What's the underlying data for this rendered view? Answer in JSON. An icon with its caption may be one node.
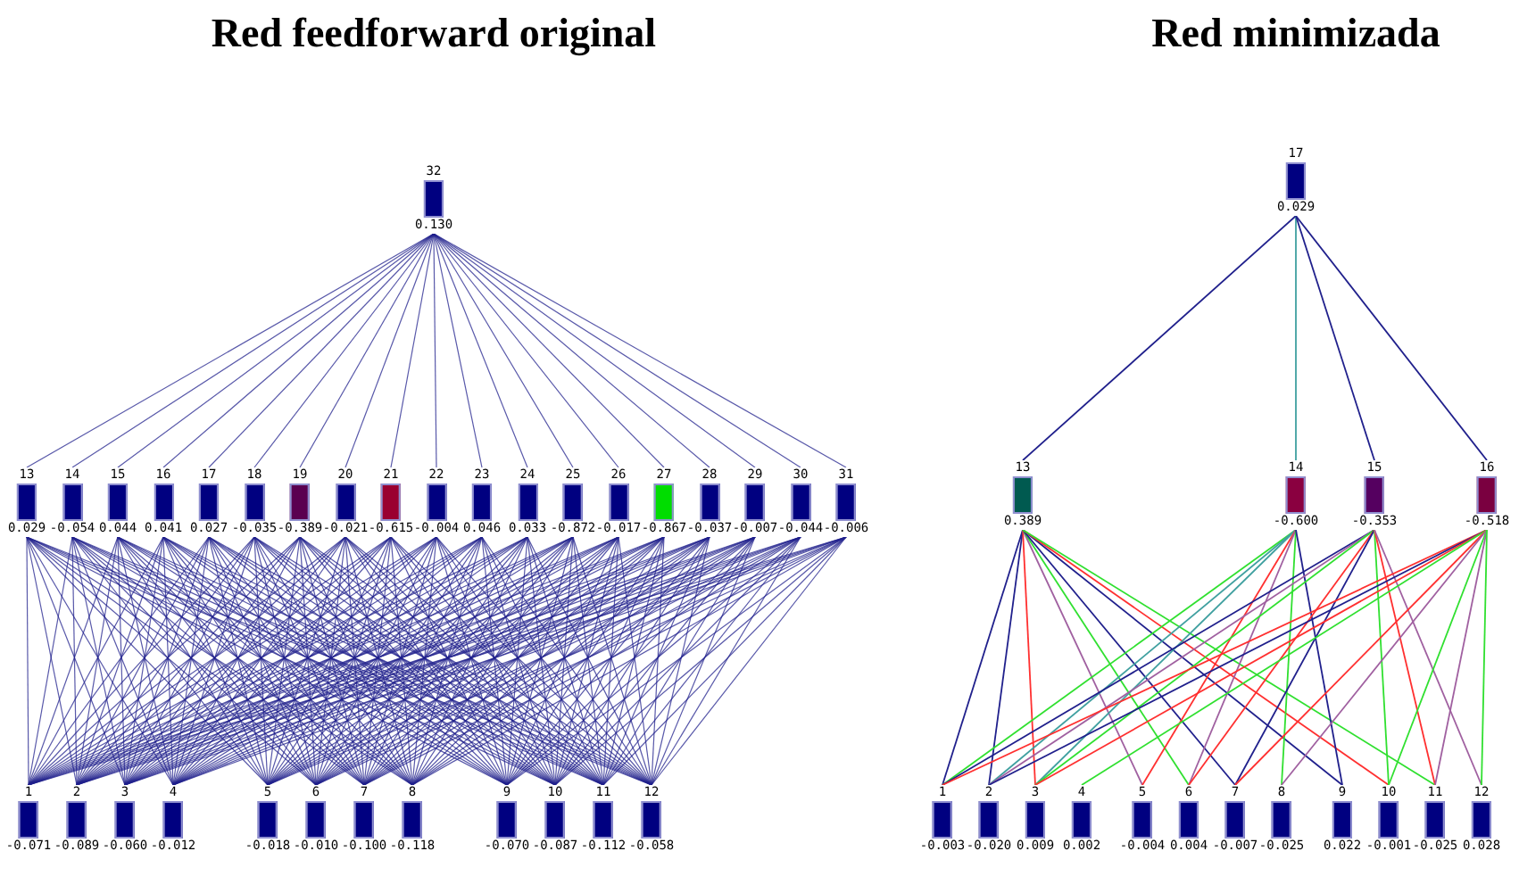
{
  "diagram": {
    "nodes": [
      {
        "text": [
          "32",
          "0.130"
        ]
      },
      {
        "text": [
          "13",
          "0.029"
        ]
      },
      {
        "text": [
          "14",
          "-0.054"
        ]
      },
      {
        "text": [
          "15",
          "0.044"
        ]
      },
      {
        "text": [
          "16",
          "0.041"
        ]
      },
      {
        "text": [
          "17",
          "0.027"
        ]
      },
      {
        "text": [
          "18",
          "-0.035"
        ]
      },
      {
        "text": [
          "19",
          "-0.389"
        ]
      },
      {
        "text": [
          "20",
          "-0.021"
        ]
      },
      {
        "text": [
          "21",
          "-0.615"
        ]
      },
      {
        "text": [
          "22",
          "-0.004"
        ]
      },
      {
        "text": [
          "23",
          "0.046"
        ]
      },
      {
        "text": [
          "24",
          "0.033"
        ]
      },
      {
        "text": [
          "25",
          "-0.872"
        ]
      },
      {
        "text": [
          "26",
          "-0.017"
        ]
      },
      {
        "text": [
          "27",
          "-0.867"
        ]
      },
      {
        "text": [
          "28",
          "-0.037"
        ]
      },
      {
        "text": [
          "29",
          "-0.007"
        ]
      },
      {
        "text": [
          "30",
          "-0.044"
        ]
      },
      {
        "text": [
          "31",
          "-0.006"
        ]
      },
      {
        "text": [
          "1",
          "-0.071"
        ]
      },
      {
        "text": [
          "2",
          "-0.089"
        ]
      },
      {
        "text": [
          "3",
          "-0.060"
        ]
      },
      {
        "text": [
          "4",
          "-0.012"
        ]
      },
      {
        "text": [
          "5",
          "-0.018"
        ]
      },
      {
        "text": [
          "6",
          "-0.010"
        ]
      },
      {
        "text": [
          "7",
          "-0.100"
        ]
      },
      {
        "text": [
          "8",
          "-0.118"
        ]
      },
      {
        "text": [
          "9",
          "-0.070"
        ]
      },
      {
        "text": [
          "10",
          "-0.087"
        ]
      },
      {
        "text": [
          "11",
          "-0.112"
        ]
      },
      {
        "text": [
          "12",
          "-0.058"
        ]
      },
      {
        "text": [
          "17",
          "0.029"
        ]
      },
      {
        "text": [
          "13",
          "0.389"
        ]
      },
      {
        "text": [
          "14",
          "-0.600"
        ]
      },
      {
        "text": [
          "15",
          "-0.353"
        ]
      },
      {
        "text": [
          "16",
          "-0.518"
        ]
      },
      {
        "text": [
          "1",
          "-0.003"
        ]
      },
      {
        "text": [
          "2",
          "-0.020"
        ]
      },
      {
        "text": [
          "3",
          "0.009"
        ]
      },
      {
        "text": [
          "4",
          "0.002"
        ]
      },
      {
        "text": [
          "5",
          "-0.004"
        ]
      },
      {
        "text": [
          "6",
          "0.004"
        ]
      },
      {
        "text": [
          "7",
          "-0.007"
        ]
      },
      {
        "text": [
          "8",
          "-0.025"
        ]
      },
      {
        "text": [
          "9",
          "0.022"
        ]
      },
      {
        "text": [
          "10",
          "-0.001"
        ]
      },
      {
        "text": [
          "11",
          "-0.025"
        ]
      },
      {
        "text": [
          "12",
          "0.028"
        ]
      }
    ],
    "edges": [
      {
        "from": 0,
        "to": 1,
        "arrow": "none"
      },
      {
        "from": 0,
        "to": 2,
        "arrow": "none"
      },
      {
        "from": 0,
        "to": 3,
        "arrow": "none"
      },
      {
        "from": 0,
        "to": 4,
        "arrow": "none"
      },
      {
        "from": 0,
        "to": 5,
        "arrow": "none"
      },
      {
        "from": 0,
        "to": 6,
        "arrow": "none"
      },
      {
        "from": 0,
        "to": 7,
        "arrow": "none"
      },
      {
        "from": 0,
        "to": 8,
        "arrow": "none"
      },
      {
        "from": 0,
        "to": 9,
        "arrow": "none"
      },
      {
        "from": 0,
        "to": 10,
        "arrow": "none"
      },
      {
        "from": 0,
        "to": 11,
        "arrow": "none"
      },
      {
        "from": 0,
        "to": 12,
        "arrow": "none"
      },
      {
        "from": 0,
        "to": 13,
        "arrow": "none"
      },
      {
        "from": 0,
        "to": 14,
        "arrow": "none"
      },
      {
        "from": 0,
        "to": 15,
        "arrow": "none"
      },
      {
        "from": 0,
        "to": 16,
        "arrow": "none"
      },
      {
        "from": 0,
        "to": 17,
        "arrow": "none"
      },
      {
        "from": 0,
        "to": 18,
        "arrow": "none"
      },
      {
        "from": 0,
        "to": 19,
        "arrow": "none"
      },
      {
        "from": 1,
        "to": 20,
        "arrow": "none"
      },
      {
        "from": 1,
        "to": 21,
        "arrow": "none"
      },
      {
        "from": 1,
        "to": 22,
        "arrow": "none"
      },
      {
        "from": 1,
        "to": 23,
        "arrow": "none"
      },
      {
        "from": 1,
        "to": 24,
        "arrow": "none"
      },
      {
        "from": 1,
        "to": 25,
        "arrow": "none"
      },
      {
        "from": 1,
        "to": 26,
        "arrow": "none"
      },
      {
        "from": 1,
        "to": 27,
        "arrow": "none"
      },
      {
        "from": 1,
        "to": 28,
        "arrow": "none"
      },
      {
        "from": 1,
        "to": 29,
        "arrow": "none"
      },
      {
        "from": 1,
        "to": 30,
        "arrow": "none"
      },
      {
        "from": 1,
        "to": 31,
        "arrow": "none"
      },
      {
        "from": 2,
        "to": 20,
        "arrow": "none"
      },
      {
        "from": 2,
        "to": 21,
        "arrow": "none"
      },
      {
        "from": 2,
        "to": 22,
        "arrow": "none"
      },
      {
        "from": 2,
        "to": 23,
        "arrow": "none"
      },
      {
        "from": 2,
        "to": 24,
        "arrow": "none"
      },
      {
        "from": 2,
        "to": 25,
        "arrow": "none"
      },
      {
        "from": 2,
        "to": 26,
        "arrow": "none"
      },
      {
        "from": 2,
        "to": 27,
        "arrow": "none"
      },
      {
        "from": 2,
        "to": 28,
        "arrow": "none"
      },
      {
        "from": 2,
        "to": 29,
        "arrow": "none"
      },
      {
        "from": 2,
        "to": 30,
        "arrow": "none"
      },
      {
        "from": 2,
        "to": 31,
        "arrow": "none"
      },
      {
        "from": 3,
        "to": 20,
        "arrow": "none"
      },
      {
        "from": 3,
        "to": 21,
        "arrow": "none"
      },
      {
        "from": 3,
        "to": 22,
        "arrow": "none"
      },
      {
        "from": 3,
        "to": 23,
        "arrow": "none"
      },
      {
        "from": 3,
        "to": 24,
        "arrow": "none"
      },
      {
        "from": 3,
        "to": 25,
        "arrow": "none"
      },
      {
        "from": 3,
        "to": 26,
        "arrow": "none"
      },
      {
        "from": 3,
        "to": 27,
        "arrow": "none"
      },
      {
        "from": 3,
        "to": 28,
        "arrow": "none"
      },
      {
        "from": 3,
        "to": 29,
        "arrow": "none"
      },
      {
        "from": 3,
        "to": 30,
        "arrow": "none"
      },
      {
        "from": 3,
        "to": 31,
        "arrow": "none"
      },
      {
        "from": 4,
        "to": 20,
        "arrow": "none"
      },
      {
        "from": 4,
        "to": 21,
        "arrow": "none"
      },
      {
        "from": 4,
        "to": 22,
        "arrow": "none"
      },
      {
        "from": 4,
        "to": 23,
        "arrow": "none"
      },
      {
        "from": 4,
        "to": 24,
        "arrow": "none"
      },
      {
        "from": 4,
        "to": 25,
        "arrow": "none"
      },
      {
        "from": 4,
        "to": 26,
        "arrow": "none"
      },
      {
        "from": 4,
        "to": 27,
        "arrow": "none"
      },
      {
        "from": 4,
        "to": 28,
        "arrow": "none"
      },
      {
        "from": 4,
        "to": 29,
        "arrow": "none"
      },
      {
        "from": 4,
        "to": 30,
        "arrow": "none"
      },
      {
        "from": 4,
        "to": 31,
        "arrow": "none"
      },
      {
        "from": 5,
        "to": 20,
        "arrow": "none"
      },
      {
        "from": 5,
        "to": 21,
        "arrow": "none"
      },
      {
        "from": 5,
        "to": 22,
        "arrow": "none"
      },
      {
        "from": 5,
        "to": 23,
        "arrow": "none"
      },
      {
        "from": 5,
        "to": 24,
        "arrow": "none"
      },
      {
        "from": 5,
        "to": 25,
        "arrow": "none"
      },
      {
        "from": 5,
        "to": 26,
        "arrow": "none"
      },
      {
        "from": 5,
        "to": 27,
        "arrow": "none"
      },
      {
        "from": 5,
        "to": 28,
        "arrow": "none"
      },
      {
        "from": 5,
        "to": 29,
        "arrow": "none"
      },
      {
        "from": 5,
        "to": 30,
        "arrow": "none"
      },
      {
        "from": 5,
        "to": 31,
        "arrow": "none"
      },
      {
        "from": 6,
        "to": 20,
        "arrow": "none"
      },
      {
        "from": 6,
        "to": 21,
        "arrow": "none"
      },
      {
        "from": 6,
        "to": 22,
        "arrow": "none"
      },
      {
        "from": 6,
        "to": 23,
        "arrow": "none"
      },
      {
        "from": 6,
        "to": 24,
        "arrow": "none"
      },
      {
        "from": 6,
        "to": 25,
        "arrow": "none"
      },
      {
        "from": 6,
        "to": 26,
        "arrow": "none"
      },
      {
        "from": 6,
        "to": 27,
        "arrow": "none"
      },
      {
        "from": 6,
        "to": 28,
        "arrow": "none"
      },
      {
        "from": 6,
        "to": 29,
        "arrow": "none"
      },
      {
        "from": 6,
        "to": 30,
        "arrow": "none"
      },
      {
        "from": 6,
        "to": 31,
        "arrow": "none"
      },
      {
        "from": 7,
        "to": 20,
        "arrow": "none"
      },
      {
        "from": 7,
        "to": 21,
        "arrow": "none"
      },
      {
        "from": 7,
        "to": 22,
        "arrow": "none"
      },
      {
        "from": 7,
        "to": 23,
        "arrow": "none"
      },
      {
        "from": 7,
        "to": 24,
        "arrow": "none"
      },
      {
        "from": 7,
        "to": 25,
        "arrow": "none"
      },
      {
        "from": 7,
        "to": 26,
        "arrow": "none"
      },
      {
        "from": 7,
        "to": 27,
        "arrow": "none"
      },
      {
        "from": 7,
        "to": 28,
        "arrow": "none"
      },
      {
        "from": 7,
        "to": 29,
        "arrow": "none"
      },
      {
        "from": 7,
        "to": 30,
        "arrow": "none"
      },
      {
        "from": 7,
        "to": 31,
        "arrow": "none"
      },
      {
        "from": 8,
        "to": 20,
        "arrow": "none"
      },
      {
        "from": 8,
        "to": 21,
        "arrow": "none"
      },
      {
        "from": 8,
        "to": 22,
        "arrow": "none"
      },
      {
        "from": 8,
        "to": 23,
        "arrow": "none"
      },
      {
        "from": 8,
        "to": 24,
        "arrow": "none"
      },
      {
        "from": 8,
        "to": 25,
        "arrow": "none"
      },
      {
        "from": 8,
        "to": 26,
        "arrow": "none"
      },
      {
        "from": 8,
        "to": 27,
        "arrow": "none"
      },
      {
        "from": 8,
        "to": 28,
        "arrow": "none"
      },
      {
        "from": 8,
        "to": 29,
        "arrow": "none"
      },
      {
        "from": 8,
        "to": 30,
        "arrow": "none"
      },
      {
        "from": 8,
        "to": 31,
        "arrow": "none"
      },
      {
        "from": 9,
        "to": 20,
        "arrow": "none"
      },
      {
        "from": 9,
        "to": 21,
        "arrow": "none"
      },
      {
        "from": 9,
        "to": 22,
        "arrow": "none"
      },
      {
        "from": 9,
        "to": 23,
        "arrow": "none"
      },
      {
        "from": 9,
        "to": 24,
        "arrow": "none"
      },
      {
        "from": 9,
        "to": 25,
        "arrow": "none"
      },
      {
        "from": 9,
        "to": 26,
        "arrow": "none"
      },
      {
        "from": 9,
        "to": 27,
        "arrow": "none"
      },
      {
        "from": 9,
        "to": 28,
        "arrow": "none"
      },
      {
        "from": 9,
        "to": 29,
        "arrow": "none"
      },
      {
        "from": 9,
        "to": 30,
        "arrow": "none"
      },
      {
        "from": 9,
        "to": 31,
        "arrow": "none"
      },
      {
        "from": 10,
        "to": 20,
        "arrow": "none"
      },
      {
        "from": 10,
        "to": 21,
        "arrow": "none"
      },
      {
        "from": 10,
        "to": 22,
        "arrow": "none"
      },
      {
        "from": 10,
        "to": 23,
        "arrow": "none"
      },
      {
        "from": 10,
        "to": 24,
        "arrow": "none"
      },
      {
        "from": 10,
        "to": 25,
        "arrow": "none"
      },
      {
        "from": 10,
        "to": 26,
        "arrow": "none"
      },
      {
        "from": 10,
        "to": 27,
        "arrow": "none"
      },
      {
        "from": 10,
        "to": 28,
        "arrow": "none"
      },
      {
        "from": 10,
        "to": 29,
        "arrow": "none"
      },
      {
        "from": 10,
        "to": 30,
        "arrow": "none"
      },
      {
        "from": 10,
        "to": 31,
        "arrow": "none"
      },
      {
        "from": 11,
        "to": 20,
        "arrow": "none"
      },
      {
        "from": 11,
        "to": 21,
        "arrow": "none"
      },
      {
        "from": 11,
        "to": 22,
        "arrow": "none"
      },
      {
        "from": 11,
        "to": 23,
        "arrow": "none"
      },
      {
        "from": 11,
        "to": 24,
        "arrow": "none"
      },
      {
        "from": 11,
        "to": 25,
        "arrow": "none"
      },
      {
        "from": 11,
        "to": 26,
        "arrow": "none"
      },
      {
        "from": 11,
        "to": 27,
        "arrow": "none"
      },
      {
        "from": 11,
        "to": 28,
        "arrow": "none"
      },
      {
        "from": 11,
        "to": 29,
        "arrow": "none"
      },
      {
        "from": 11,
        "to": 30,
        "arrow": "none"
      },
      {
        "from": 11,
        "to": 31,
        "arrow": "none"
      },
      {
        "from": 12,
        "to": 20,
        "arrow": "none"
      },
      {
        "from": 12,
        "to": 21,
        "arrow": "none"
      },
      {
        "from": 12,
        "to": 22,
        "arrow": "none"
      },
      {
        "from": 12,
        "to": 23,
        "arrow": "none"
      },
      {
        "from": 12,
        "to": 24,
        "arrow": "none"
      },
      {
        "from": 12,
        "to": 25,
        "arrow": "none"
      },
      {
        "from": 12,
        "to": 26,
        "arrow": "none"
      },
      {
        "from": 12,
        "to": 27,
        "arrow": "none"
      },
      {
        "from": 12,
        "to": 28,
        "arrow": "none"
      },
      {
        "from": 12,
        "to": 29,
        "arrow": "none"
      },
      {
        "from": 12,
        "to": 30,
        "arrow": "none"
      },
      {
        "from": 12,
        "to": 31,
        "arrow": "none"
      },
      {
        "from": 13,
        "to": 20,
        "arrow": "none"
      },
      {
        "from": 13,
        "to": 21,
        "arrow": "none"
      },
      {
        "from": 13,
        "to": 22,
        "arrow": "none"
      },
      {
        "from": 13,
        "to": 23,
        "arrow": "none"
      },
      {
        "from": 13,
        "to": 24,
        "arrow": "none"
      },
      {
        "from": 13,
        "to": 25,
        "arrow": "none"
      },
      {
        "from": 13,
        "to": 26,
        "arrow": "none"
      },
      {
        "from": 13,
        "to": 27,
        "arrow": "none"
      },
      {
        "from": 13,
        "to": 28,
        "arrow": "none"
      },
      {
        "from": 13,
        "to": 29,
        "arrow": "none"
      },
      {
        "from": 13,
        "to": 30,
        "arrow": "none"
      },
      {
        "from": 13,
        "to": 31,
        "arrow": "none"
      },
      {
        "from": 14,
        "to": 20,
        "arrow": "none"
      },
      {
        "from": 14,
        "to": 21,
        "arrow": "none"
      },
      {
        "from": 14,
        "to": 22,
        "arrow": "none"
      },
      {
        "from": 14,
        "to": 23,
        "arrow": "none"
      },
      {
        "from": 14,
        "to": 24,
        "arrow": "none"
      },
      {
        "from": 14,
        "to": 25,
        "arrow": "none"
      },
      {
        "from": 14,
        "to": 26,
        "arrow": "none"
      },
      {
        "from": 14,
        "to": 27,
        "arrow": "none"
      },
      {
        "from": 14,
        "to": 28,
        "arrow": "none"
      },
      {
        "from": 14,
        "to": 29,
        "arrow": "none"
      },
      {
        "from": 14,
        "to": 30,
        "arrow": "none"
      },
      {
        "from": 14,
        "to": 31,
        "arrow": "none"
      },
      {
        "from": 15,
        "to": 20,
        "arrow": "none"
      },
      {
        "from": 15,
        "to": 21,
        "arrow": "none"
      },
      {
        "from": 15,
        "to": 22,
        "arrow": "none"
      },
      {
        "from": 15,
        "to": 23,
        "arrow": "none"
      },
      {
        "from": 15,
        "to": 24,
        "arrow": "none"
      },
      {
        "from": 15,
        "to": 25,
        "arrow": "none"
      },
      {
        "from": 15,
        "to": 26,
        "arrow": "none"
      },
      {
        "from": 15,
        "to": 27,
        "arrow": "none"
      },
      {
        "from": 15,
        "to": 28,
        "arrow": "none"
      },
      {
        "from": 15,
        "to": 29,
        "arrow": "none"
      },
      {
        "from": 15,
        "to": 30,
        "arrow": "none"
      },
      {
        "from": 15,
        "to": 31,
        "arrow": "none"
      },
      {
        "from": 16,
        "to": 20,
        "arrow": "none"
      },
      {
        "from": 16,
        "to": 21,
        "arrow": "none"
      },
      {
        "from": 16,
        "to": 22,
        "arrow": "none"
      },
      {
        "from": 16,
        "to": 23,
        "arrow": "none"
      },
      {
        "from": 16,
        "to": 24,
        "arrow": "none"
      },
      {
        "from": 16,
        "to": 25,
        "arrow": "none"
      },
      {
        "from": 16,
        "to": 26,
        "arrow": "none"
      },
      {
        "from": 16,
        "to": 27,
        "arrow": "none"
      },
      {
        "from": 16,
        "to": 28,
        "arrow": "none"
      },
      {
        "from": 16,
        "to": 29,
        "arrow": "none"
      },
      {
        "from": 16,
        "to": 30,
        "arrow": "none"
      },
      {
        "from": 16,
        "to": 31,
        "arrow": "none"
      },
      {
        "from": 17,
        "to": 20,
        "arrow": "none"
      },
      {
        "from": 17,
        "to": 21,
        "arrow": "none"
      },
      {
        "from": 17,
        "to": 22,
        "arrow": "none"
      },
      {
        "from": 17,
        "to": 23,
        "arrow": "none"
      },
      {
        "from": 17,
        "to": 24,
        "arrow": "none"
      },
      {
        "from": 17,
        "to": 25,
        "arrow": "none"
      },
      {
        "from": 17,
        "to": 26,
        "arrow": "none"
      },
      {
        "from": 17,
        "to": 27,
        "arrow": "none"
      },
      {
        "from": 17,
        "to": 28,
        "arrow": "none"
      },
      {
        "from": 17,
        "to": 29,
        "arrow": "none"
      },
      {
        "from": 17,
        "to": 30,
        "arrow": "none"
      },
      {
        "from": 17,
        "to": 31,
        "arrow": "none"
      },
      {
        "from": 18,
        "to": 20,
        "arrow": "none"
      },
      {
        "from": 18,
        "to": 21,
        "arrow": "none"
      },
      {
        "from": 18,
        "to": 22,
        "arrow": "none"
      },
      {
        "from": 18,
        "to": 23,
        "arrow": "none"
      },
      {
        "from": 18,
        "to": 24,
        "arrow": "none"
      },
      {
        "from": 18,
        "to": 25,
        "arrow": "none"
      },
      {
        "from": 18,
        "to": 26,
        "arrow": "none"
      },
      {
        "from": 18,
        "to": 27,
        "arrow": "none"
      },
      {
        "from": 18,
        "to": 28,
        "arrow": "none"
      },
      {
        "from": 18,
        "to": 29,
        "arrow": "none"
      },
      {
        "from": 18,
        "to": 30,
        "arrow": "none"
      },
      {
        "from": 18,
        "to": 31,
        "arrow": "none"
      },
      {
        "from": 19,
        "to": 20,
        "arrow": "none"
      },
      {
        "from": 19,
        "to": 21,
        "arrow": "none"
      },
      {
        "from": 19,
        "to": 22,
        "arrow": "none"
      },
      {
        "from": 19,
        "to": 23,
        "arrow": "none"
      },
      {
        "from": 19,
        "to": 24,
        "arrow": "none"
      },
      {
        "from": 19,
        "to": 25,
        "arrow": "none"
      },
      {
        "from": 19,
        "to": 26,
        "arrow": "none"
      },
      {
        "from": 19,
        "to": 27,
        "arrow": "none"
      },
      {
        "from": 19,
        "to": 28,
        "arrow": "none"
      },
      {
        "from": 19,
        "to": 29,
        "arrow": "none"
      },
      {
        "from": 19,
        "to": 30,
        "arrow": "none"
      },
      {
        "from": 19,
        "to": 31,
        "arrow": "none"
      },
      {
        "from": 32,
        "to": 33,
        "arrow": "none"
      },
      {
        "from": 32,
        "to": 34,
        "arrow": "none",
        "color": "#40a0a0"
      },
      {
        "from": 32,
        "to": 35,
        "arrow": "none"
      },
      {
        "from": 32,
        "to": 36,
        "arrow": "none"
      },
      {
        "from": 33,
        "to": 37,
        "arrow": "none"
      },
      {
        "from": 33,
        "to": 38,
        "arrow": "none"
      },
      {
        "from": 33,
        "to": 39,
        "arrow": "none",
        "color": "#ff3030"
      },
      {
        "from": 33,
        "to": 41,
        "arrow": "none",
        "color": "#a060a0"
      },
      {
        "from": 33,
        "to": 42,
        "arrow": "none",
        "color": "#30e030"
      },
      {
        "from": 33,
        "to": 43,
        "arrow": "none"
      },
      {
        "from": 33,
        "to": 45,
        "arrow": "none"
      },
      {
        "from": 33,
        "to": 46,
        "arrow": "none",
        "color": "#ff3030"
      },
      {
        "from": 33,
        "to": 47,
        "arrow": "none",
        "color": "#30e030"
      },
      {
        "from": 34,
        "to": 37,
        "arrow": "none",
        "color": "#30e030"
      },
      {
        "from": 34,
        "to": 38,
        "arrow": "none",
        "color": "#40a0a0"
      },
      {
        "from": 34,
        "to": 39,
        "arrow": "none",
        "color": "#40a0a0"
      },
      {
        "from": 34,
        "to": 41,
        "arrow": "none",
        "color": "#ff3030"
      },
      {
        "from": 34,
        "to": 42,
        "arrow": "none",
        "color": "#a060a0"
      },
      {
        "from": 34,
        "to": 44,
        "arrow": "none",
        "color": "#30e030"
      },
      {
        "from": 34,
        "to": 45,
        "arrow": "none"
      },
      {
        "from": 35,
        "to": 37,
        "arrow": "none"
      },
      {
        "from": 35,
        "to": 38,
        "arrow": "none",
        "color": "#a060a0"
      },
      {
        "from": 35,
        "to": 39,
        "arrow": "none",
        "color": "#30e030"
      },
      {
        "from": 35,
        "to": 42,
        "arrow": "none",
        "color": "#ff3030"
      },
      {
        "from": 35,
        "to": 43,
        "arrow": "none"
      },
      {
        "from": 35,
        "to": 46,
        "arrow": "none",
        "color": "#30e030"
      },
      {
        "from": 35,
        "to": 47,
        "arrow": "none",
        "color": "#ff3030"
      },
      {
        "from": 35,
        "to": 48,
        "arrow": "none",
        "color": "#a060a0"
      },
      {
        "from": 36,
        "to": 37,
        "arrow": "none",
        "color": "#ff3030"
      },
      {
        "from": 36,
        "to": 38,
        "arrow": "none"
      },
      {
        "from": 36,
        "to": 39,
        "arrow": "none",
        "color": "#ff3030"
      },
      {
        "from": 36,
        "to": 40,
        "arrow": "none",
        "color": "#30e030"
      },
      {
        "from": 36,
        "to": 43,
        "arrow": "none",
        "color": "#ff3030"
      },
      {
        "from": 36,
        "to": 44,
        "arrow": "none",
        "color": "#a060a0"
      },
      {
        "from": 36,
        "to": 46,
        "arrow": "none",
        "color": "#30e030"
      },
      {
        "from": 36,
        "to": 47,
        "arrow": "none",
        "color": "#a060a0"
      },
      {
        "from": 36,
        "to": 48,
        "arrow": "none",
        "color": "#30e030"
      }
    ],
    "labels": [
      "Red feedforward original",
      "Red minimizada"
    ]
  }
}
